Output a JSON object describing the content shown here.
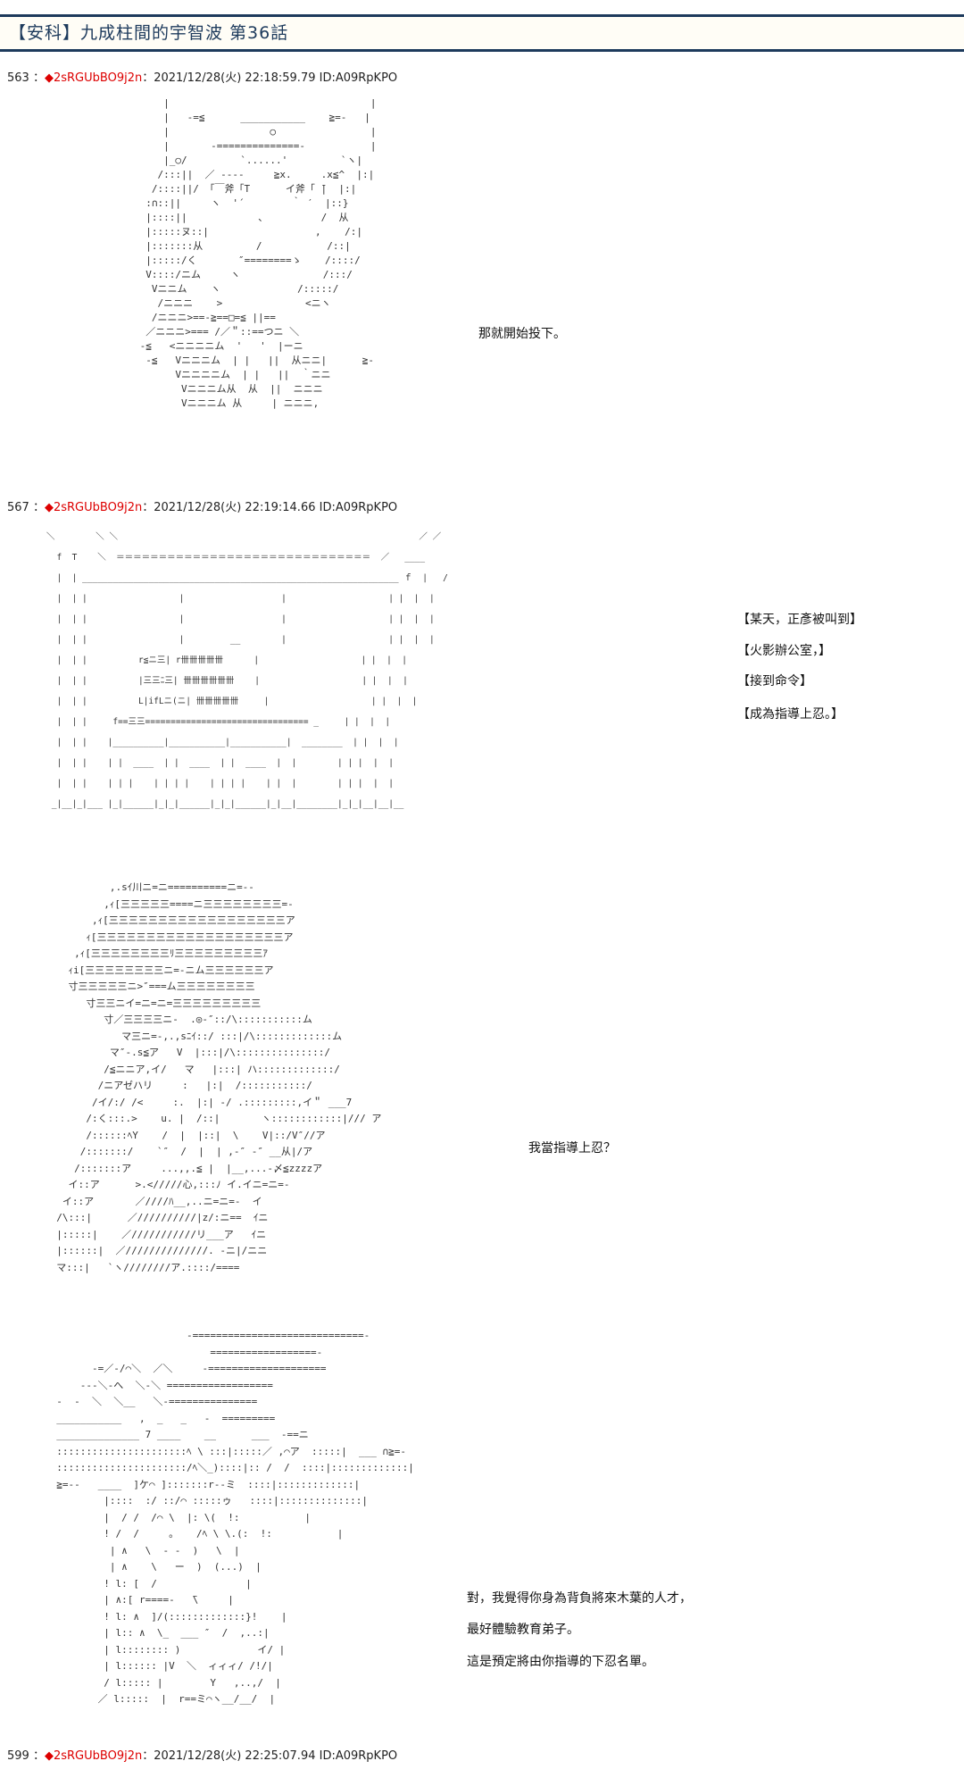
{
  "title": "【安科】九成柱間的宇智波 第36話",
  "posts": [
    {
      "number": "563",
      "sep": "：",
      "diamond": "◆",
      "name": "2sRGUbBO9j2n",
      "meta": "：2021/12/28(火) 22:18:59.79 ID:A09RpKPO"
    },
    {
      "number": "567",
      "sep": "：",
      "diamond": "◆",
      "name": "2sRGUbBO9j2n",
      "meta": "：2021/12/28(火) 22:19:14.66 ID:A09RpKPO"
    },
    {
      "number": "599",
      "sep": "：",
      "diamond": "◆",
      "name": "2sRGUbBO9j2n",
      "meta": "：2021/12/28(火) 22:25:07.94 ID:A09RpKPO"
    }
  ],
  "dialogue": {
    "p1": [
      "那就開始投下。"
    ],
    "p2": [
      "【某天，正彥被叫到】",
      "【火影辦公室，】",
      "【接到命令】",
      "【成為指導上忍。】"
    ],
    "p3": [
      "我當指導上忍？"
    ],
    "p4": [
      "對，我覺得你身為背負將來木葉的人才，",
      "最好體驗教育弟子。",
      "這是預定將由你指導的下忍名單。"
    ]
  },
  "art": {
    "a1": "     |                                  |\n     |   -=≦      ___________    ≧=-   |\n     |                 ○                |\n     |       -==============-           |\n     |_○/         `......'         `ヽ|\n    /:::||  ／ ----     ≧x.     .x≦^  |:|\n   /::::||/ 「￣斧「T      イ斧「 ̄|  |:|\n  :∩::||     ヽ  '´        ｀ ′  |::}\n  |::::||            、         /  从\n  |:::::ヌ::|                  ,    /:|\n  |:::::::从         /           /::|\n  |:::::/く       ″========ゝ    /::::/\n  V::::/ニム     ヽ              /:::/\n   Vニニム    ヽ             /:::::/\n    /ニニニ    >              <ニヽ\n   /ニニニ>==-≧==□=≦ ||==\n  ／ニニニ>=== /／＂::==つニ ＼\n -≦   <ニニニニム  '   '  |ーニ\n  -≦   Vニニニム  | |   ||  从ニニ|      ≧-\n       Vニニニニム  | |   ||  ｀ニニ\n        Vニニニム从  从  ||  ニニニ\n        Vニニニム 从     | ニニニ,",
    "a2": "＼        ＼ ＼                                                           ／ ／\n  f  T    ＼  ＝＝＝＝＝＝＝＝＝＝＝＝＝＝＝＝＝＝＝＝＝＝＝＝＝＝＝＝＝＝  ／   ____\n  |  | ______________________________________________________________ ｆ  |   /\n  |  | |                  |                   |                    | |  |  |\n  |  | |                  |                   |                    | |  |  |\n  |  | |                  |         __        |                    | |  |  |\n  |  | |          r≦ニ三| r卌卌卌卌卌      |                    | |  |  |\n  |  | |          |三三ﾆ三| 卌卌卌卌卌卌    |                    | |  |  |\n  |  | |          L|ifLニ(ニ| 卌卌卌卌卌     |                    | |  |  |\n  |  | |     f==三三================================ _     | |  |  |\n  |  | |    |__________|___________|___________|  ________  | |  |  |\n  |  | |    | |  ____  | |  ____  | |  ____  |  |        | | |  |  |\n  |  | |    | | |    | | | |    | | | |    | |  |        | | |  |  |\n _|__|_|___ |_|______|_|_|______|_|_|______|_|__|________|_|_|__|__|__",
    "a3": "           ,.sｲ川ニ=ニ==========ニ=--\n          ,ｨ[三三三三三====ニ三三三三三三三三=-\n        ,ｨ[三三三三三三三三三三三三三三三三三三ア\n       ｨ[三三三三三三三三三三三三三三三三三三三ア\n     ,ｨ[三三三三三三三三ﾘ三三三三三三三三三ｱ\n    ｨi[三三三三三三三三ニ=-ニム三三三三三三ア\n    寸三三三三三ニ>″===ム三三三三三三三三\n       寸三三ニイ=ニ=ニ=三三三三三三三三三\n          寸／三三三三ニ-  .◎-″::/\\:::::::::::ム\n             マ三ニ=-,.,sﾆｲ::/ :::|/\\:::::::::::::ム\n           マ″-.s≦ア   V  |:::|/\\:::::::::::::::/\n          /≦ニニア,イ/   マ   |:::| ハ:::::::::::::/\n         /ニアゼハリ     :   |:|  /:::::::::::/\n        /イ/:/ /<     :.  |:| -/ .:::::::::,イ＂ ___7\n       /:く:::.>    u. |  /::|       ヽ::::::::::::|/// ア\n       /::::::ﾍY    /  |  |::|  \\    V|::/V″//ア\n      /:::::::/    `″  /  |  | ,-″ -″ __从|/ア\n     /:::::::ア     ...,,.≦ |  |__,...-〆≦zzzzア\n    イ::ア      >.</////心,:::ﾉ イ.イニ=ニ=-\n   イ::ア       ／////ﾊ__,..ニ=ニ=-  イ\n  /\\:::|      ／//////////|z/:ニ==  ｲニ\n  |:::::|    ／///////////リ___ア   ｲニ\n  |::::::|  ／//////////////. -ニ|/ニニ\n  マ:::|   `ヽ////////ア.::::/====",
    "a4": "                        -=============================-\n                            ==================-\n        -=／-/⌒＼  ／＼     -====================\n      ---＼-へ  ＼-＼ ==================\n  -  -  ＼  ＼__   ＼-===============\n  ___________   ,  _   _   -  =========\n  ______________ 7 ____    __      ___  -==ニ\n  ::::::::::::::::::::::ﾍ \\ :::|:::::／ ,⌒ア  :::::|  ___ ∩≧=-\n  ::::::::::::::::::::::/ﾍ＼_)::::|:: /  /  ::::|:::::::::::::|\n  ≧=--   ____  ]ケ⌒ ]:::::::r--ミ  ::::|:::::::::::::|\n          |::::  :/ ::/⌒ :::::ゥ   ::::|::::::::::::::|\n          |  / /  /⌒ \\  |: \\(  !:           |\n          ! /  /     。   /ﾍ \\ \\.(:  !:           |\n           | ∧   \\  - -  )   \\  |\n           | ∧    \\   ー  )  (...)  |\n          ! l: [  /               |\n          | ∧:[ r====-   ̄\\     |\n          ! l: ∧  ]/(:::::::::::::}!    |\n          | l:: ∧  \\_  ___ ″  /  ,..:|\n          | l:::::::: )             イ/ |\n          | l:::::: |V  ＼  ィィィ/ /!/|\n          / l::::: |        Y   ,..,/  |\n         ／ l:::::  |  r==ミ⌒ヽ__/__/  |"
  }
}
